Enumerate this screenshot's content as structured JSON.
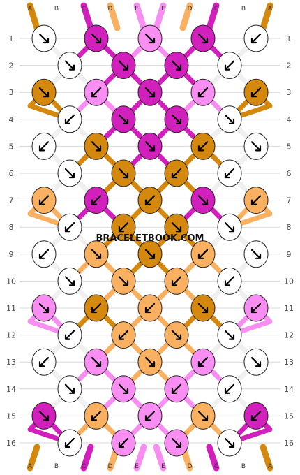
{
  "watermark": "BRACELETBOOK.COM",
  "colors": {
    "A": "#d4880e",
    "B": "#ffffff",
    "C": "#d220bd",
    "D": "#f9b060",
    "E": "#f98ef2",
    "outline": "#222222"
  },
  "top_strands": [
    "A",
    "B",
    "C",
    "D",
    "E",
    "E",
    "D",
    "C",
    "B",
    "A"
  ],
  "bottom_strands": [
    "A",
    "B",
    "C",
    "D",
    "E",
    "E",
    "D",
    "C",
    "B",
    "A"
  ],
  "row_labels": [
    "1",
    "2",
    "3",
    "4",
    "5",
    "6",
    "7",
    "8",
    "9",
    "10",
    "11",
    "12",
    "13",
    "14",
    "15",
    "16"
  ],
  "knot_rows": [
    [
      {
        "c": "B",
        "a": "br"
      },
      {
        "c": "C",
        "a": "br"
      },
      {
        "c": "E",
        "a": "br"
      },
      {
        "c": "C",
        "a": "br"
      },
      {
        "c": "B",
        "a": "bl"
      }
    ],
    [
      {
        "c": "B",
        "a": "br"
      },
      {
        "c": "C",
        "a": "br"
      },
      {
        "c": "C",
        "a": "br"
      },
      {
        "c": "B",
        "a": "bl"
      }
    ],
    [
      {
        "c": "A",
        "a": "br"
      },
      {
        "c": "E",
        "a": "bl"
      },
      {
        "c": "C",
        "a": "br"
      },
      {
        "c": "E",
        "a": "bl"
      },
      {
        "c": "A",
        "a": "bl"
      }
    ],
    [
      {
        "c": "B",
        "a": "bl"
      },
      {
        "c": "C",
        "a": "br"
      },
      {
        "c": "C",
        "a": "br"
      },
      {
        "c": "B",
        "a": "br"
      }
    ],
    [
      {
        "c": "B",
        "a": "bl"
      },
      {
        "c": "A",
        "a": "br"
      },
      {
        "c": "C",
        "a": "br"
      },
      {
        "c": "A",
        "a": "bl"
      },
      {
        "c": "B",
        "a": "br"
      }
    ],
    [
      {
        "c": "B",
        "a": "br"
      },
      {
        "c": "A",
        "a": "br"
      },
      {
        "c": "A",
        "a": "bl"
      },
      {
        "c": "B",
        "a": "bl"
      }
    ],
    [
      {
        "c": "D",
        "a": "bl"
      },
      {
        "c": "C",
        "a": "bl"
      },
      {
        "c": "A",
        "a": "bl"
      },
      {
        "c": "C",
        "a": "br"
      },
      {
        "c": "D",
        "a": "bl"
      }
    ],
    [
      {
        "c": "B",
        "a": "bl"
      },
      {
        "c": "A",
        "a": "bl"
      },
      {
        "c": "A",
        "a": "br"
      },
      {
        "c": "B",
        "a": "br"
      }
    ],
    [
      {
        "c": "B",
        "a": "bl"
      },
      {
        "c": "D",
        "a": "br"
      },
      {
        "c": "A",
        "a": "br"
      },
      {
        "c": "D",
        "a": "bl"
      },
      {
        "c": "B",
        "a": "br"
      }
    ],
    [
      {
        "c": "B",
        "a": "br"
      },
      {
        "c": "D",
        "a": "br"
      },
      {
        "c": "D",
        "a": "bl"
      },
      {
        "c": "B",
        "a": "bl"
      }
    ],
    [
      {
        "c": "E",
        "a": "br"
      },
      {
        "c": "A",
        "a": "bl"
      },
      {
        "c": "D",
        "a": "bl"
      },
      {
        "c": "A",
        "a": "br"
      },
      {
        "c": "E",
        "a": "bl"
      }
    ],
    [
      {
        "c": "B",
        "a": "bl"
      },
      {
        "c": "D",
        "a": "bl"
      },
      {
        "c": "D",
        "a": "br"
      },
      {
        "c": "B",
        "a": "br"
      }
    ],
    [
      {
        "c": "B",
        "a": "bl"
      },
      {
        "c": "E",
        "a": "br"
      },
      {
        "c": "D",
        "a": "br"
      },
      {
        "c": "E",
        "a": "bl"
      },
      {
        "c": "B",
        "a": "br"
      }
    ],
    [
      {
        "c": "B",
        "a": "br"
      },
      {
        "c": "E",
        "a": "br"
      },
      {
        "c": "E",
        "a": "bl"
      },
      {
        "c": "B",
        "a": "bl"
      }
    ],
    [
      {
        "c": "C",
        "a": "br"
      },
      {
        "c": "D",
        "a": "bl"
      },
      {
        "c": "E",
        "a": "bl"
      },
      {
        "c": "D",
        "a": "br"
      },
      {
        "c": "C",
        "a": "bl"
      }
    ],
    [
      {
        "c": "B",
        "a": "bl"
      },
      {
        "c": "E",
        "a": "bl"
      },
      {
        "c": "E",
        "a": "br"
      },
      {
        "c": "B",
        "a": "br"
      }
    ]
  ]
}
